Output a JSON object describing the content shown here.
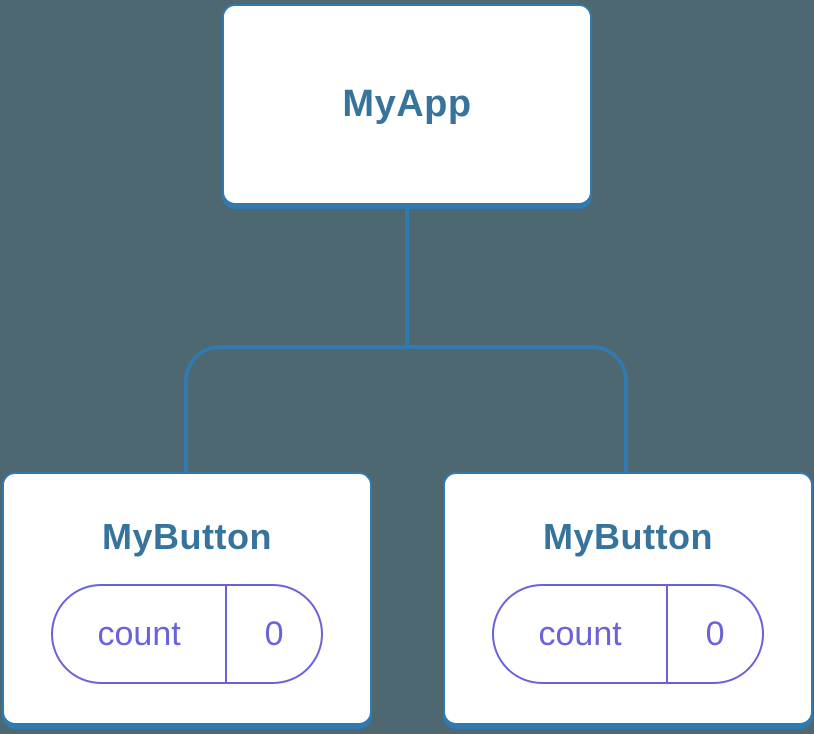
{
  "diagram": {
    "type": "component-tree",
    "colors": {
      "bg": "#4D6870",
      "line": "#3179AE",
      "title": "#36749E",
      "purple": "#6A62DB",
      "node-bg": "#FFFFFF"
    },
    "root": {
      "label": "MyApp"
    },
    "children": [
      {
        "label": "MyButton",
        "state": {
          "key": "count",
          "value": "0"
        }
      },
      {
        "label": "MyButton",
        "state": {
          "key": "count",
          "value": "0"
        }
      }
    ]
  }
}
